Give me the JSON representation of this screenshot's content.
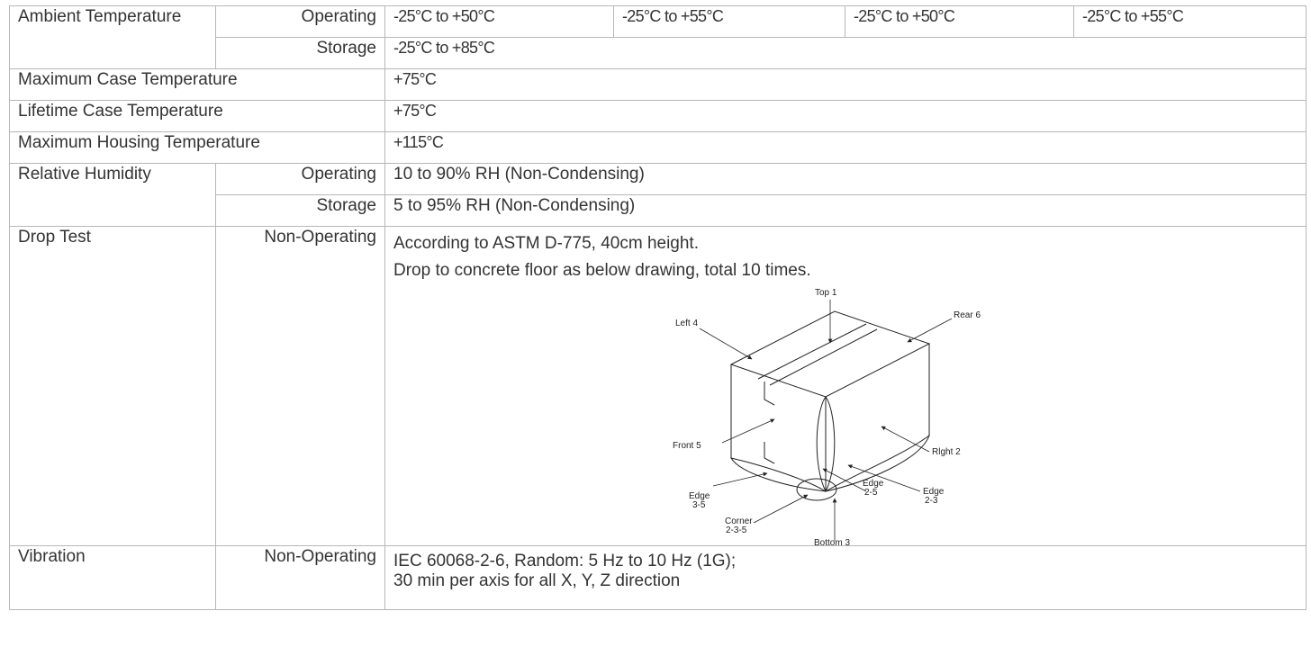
{
  "ambient": {
    "label": "Ambient Temperature",
    "operating_label": "Operating",
    "operating_values": [
      "-25°C to +50°C",
      "-25°C to +55°C",
      "-25°C to +50°C",
      "-25°C to +55°C"
    ],
    "storage_label": "Storage",
    "storage_value": "-25°C to +85°C"
  },
  "max_case": {
    "label": "Maximum Case Temperature",
    "value": "+75°C"
  },
  "lifetime_case": {
    "label": "Lifetime Case Temperature",
    "value": "+75°C"
  },
  "max_housing": {
    "label": "Maximum Housing Temperature",
    "value": "+115°C"
  },
  "humidity": {
    "label": "Relative Humidity",
    "operating_label": "Operating",
    "operating_value": "10 to 90% RH (Non-Condensing)",
    "storage_label": "Storage",
    "storage_value": "5 to 95% RH (Non-Condensing)"
  },
  "drop": {
    "label": "Drop Test",
    "condition": "Non-Operating",
    "line1": "According to ASTM D-775, 40cm height.",
    "line2": "Drop to concrete floor as below drawing, total 10 times.",
    "diagram_labels": {
      "top": "Top 1",
      "left": "Left 4",
      "rear": "Rear 6",
      "front": "Front 5",
      "right": "Rlght 2",
      "edge35_a": "Edge",
      "edge35_b": "3-5",
      "edge25_a": "Edge",
      "edge25_b": "2-5",
      "edge23_a": "Edge",
      "edge23_b": "2-3",
      "corner_a": "Corner",
      "corner_b": "2-3-5",
      "bottom": "Bottom 3"
    }
  },
  "vibration": {
    "label": "Vibration",
    "condition": "Non-Operating",
    "line1": "IEC 60068-2-6, Random: 5 Hz to 10 Hz (1G);",
    "line2": "30 min per axis for all X, Y, Z direction"
  }
}
